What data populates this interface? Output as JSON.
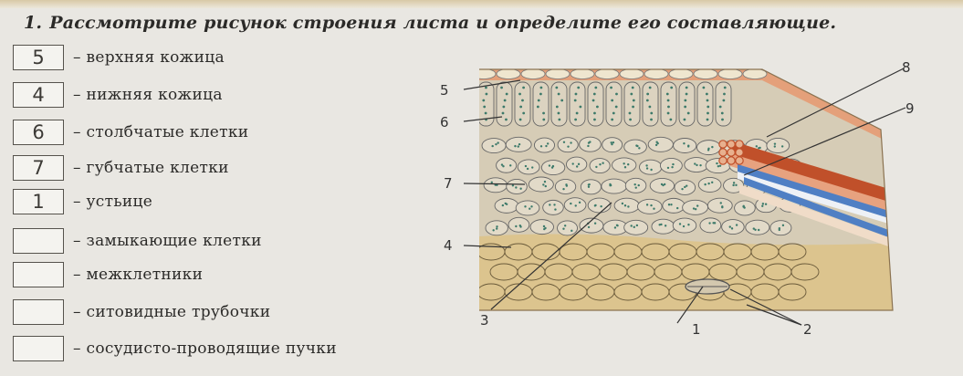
{
  "question": {
    "number": "1.",
    "text": "Рассмотрите рисунок строения листа и определите его составляющие."
  },
  "items": [
    {
      "answer": "5",
      "label": "– верхняя кожица"
    },
    {
      "answer": "4",
      "label": "– нижняя кожица"
    },
    {
      "answer": "6",
      "label": "– столбчатые клетки"
    },
    {
      "answer": "7",
      "label": "– губчатые клетки"
    },
    {
      "answer": "1",
      "label": "– устьице"
    },
    {
      "answer": "",
      "label": "– замыкающие клетки"
    },
    {
      "answer": "",
      "label": "– межклетники"
    },
    {
      "answer": "",
      "label": "– ситовидные трубочки"
    },
    {
      "answer": "",
      "label": "– сосудисто-проводящие пучки"
    }
  ],
  "figure": {
    "callouts": [
      "1",
      "2",
      "3",
      "4",
      "5",
      "6",
      "7",
      "8",
      "9"
    ]
  },
  "colors": {
    "upper_skin": "#e4a07a",
    "cells": "#dcd3c0",
    "lower_tissue": "#dcc48e",
    "vessel_red": "#c0502a",
    "vessel_blue": "#4f7fc4",
    "chloroplast": "#3d7a6a"
  }
}
